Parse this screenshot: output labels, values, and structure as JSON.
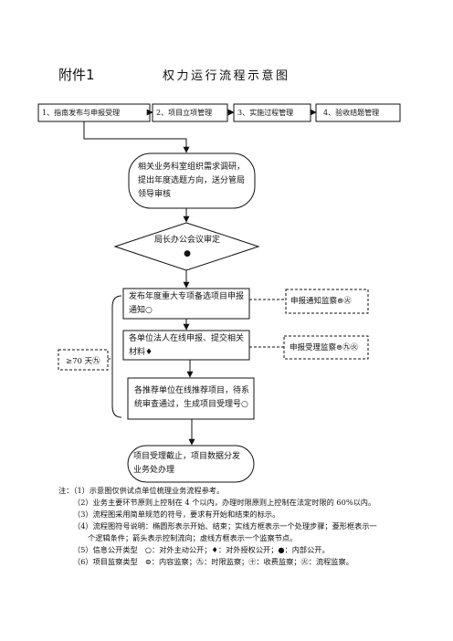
{
  "title": {
    "attachment": "附件1",
    "main": "权力运行流程示意图"
  },
  "phases": [
    "1、指南发布与申报受理",
    "2、项目立项管理",
    "3、实施过程管理",
    "4、验收结题管理"
  ],
  "steps": {
    "start": "相关业务科室组织需求调研，提出年度选题方向，送分管局领导审核",
    "decision": "局长办公会议审定●",
    "publish": "发布年度重大专项备选项目申报通知○",
    "apply": "各单位法人在线申报、提交相关材料♦",
    "recommend": "各推荐单位在线推荐项目，待系统审查通过，生成项目受理号○",
    "end": "项目受理截止，项目数据分发业务处办理"
  },
  "monitors": {
    "notice": "申报通知监察⊜㊋",
    "acceptance": "申报受理监察⊜㊈㊋"
  },
  "time_limit": "≥70 天㊈",
  "notes": {
    "label": "注：",
    "items": [
      "（1）示意图仅供试点单位梳理业务流程参考。",
      "（2）业务主要环节原则上控制在 4 个以内，办理时限原则上控制在法定时限的 60%以内。",
      "（3）流程图采用简单规范的符号，要求有开始和结束的标示。",
      "（4）流程图符号说明：椭圆形表示开始、结束；实线方框表示一个处理步骤；菱形框表示一",
      "个逻辑条件；箭头表示控制流向；虚线方框表示一个监察节点。",
      "（5）信息公开类型　○：对外主动公开；♦：对外授权公开；●：内部公开。",
      "（6）项目监察类型　⊜：内容监察；㊈：时限监察；㊉：收费监察；㊋：流程监察。"
    ]
  }
}
